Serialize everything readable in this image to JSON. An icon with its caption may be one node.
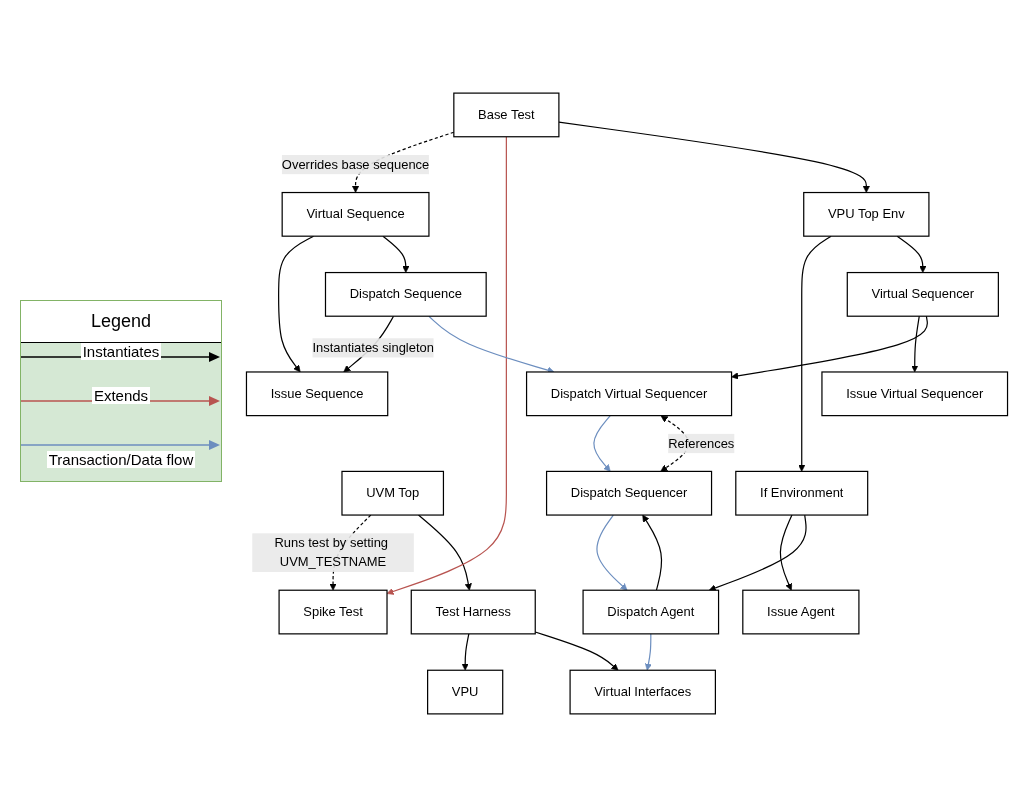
{
  "diagram": {
    "nodes": [
      {
        "text": [
          "UVM Top"
        ]
      },
      {
        "text": [
          "Spike Test"
        ]
      },
      {
        "text": [
          "Virtual Sequence"
        ]
      },
      {
        "text": [
          "Test Harness"
        ]
      },
      {
        "text": [
          "Base Test"
        ]
      },
      {
        "text": [
          "Issue Sequence"
        ]
      },
      {
        "text": [
          "Dispatch Sequence"
        ]
      },
      {
        "text": [
          "VPU"
        ]
      },
      {
        "text": [
          "Virtual Interfaces"
        ]
      },
      {
        "text": [
          "VPU Top Env"
        ]
      },
      {
        "text": [
          "If Environment"
        ]
      },
      {
        "text": [
          "Virtual Sequencer"
        ]
      },
      {
        "text": [
          "Issue Agent"
        ]
      },
      {
        "text": [
          "Dispatch Agent"
        ]
      },
      {
        "text": [
          "Issue Virtual Sequencer"
        ]
      },
      {
        "text": [
          "Dispatch Virtual Sequencer"
        ]
      },
      {
        "text": [
          "Dispatch Sequencer"
        ]
      }
    ],
    "edges": [
      {
        "from": 0,
        "to": 1,
        "arrow": "to",
        "style": "dashed",
        "label": "Runs test by setting UVM_TESTNAME"
      },
      {
        "from": 4,
        "to": 2,
        "arrow": "to",
        "style": "dashed",
        "label": "Overrides base sequence"
      },
      {
        "from": 0,
        "to": 3,
        "arrow": "to"
      },
      {
        "from": 4,
        "to": 1,
        "arrow": "to",
        "color": "#b85450"
      },
      {
        "from": 2,
        "to": 5,
        "arrow": "to"
      },
      {
        "from": 2,
        "to": 6,
        "arrow": "to"
      },
      {
        "from": 6,
        "to": 5,
        "arrow": "to",
        "label": "Instantiates singleton"
      },
      {
        "from": 3,
        "to": 7,
        "arrow": "to"
      },
      {
        "from": 3,
        "to": 8,
        "arrow": "to"
      },
      {
        "from": 4,
        "to": 9,
        "arrow": "to"
      },
      {
        "from": 9,
        "to": 10,
        "arrow": "to"
      },
      {
        "from": 9,
        "to": 11,
        "arrow": "to"
      },
      {
        "from": 10,
        "to": 12,
        "arrow": "to"
      },
      {
        "from": 10,
        "to": 13,
        "arrow": "to"
      },
      {
        "from": 11,
        "to": 14,
        "arrow": "to"
      },
      {
        "from": 11,
        "to": 15,
        "arrow": "to"
      },
      {
        "from": 13,
        "to": 16,
        "arrow": "to"
      },
      {
        "from": 16,
        "to": 13,
        "arrow": "to",
        "color": "#6c8ebf"
      },
      {
        "from": 13,
        "to": 8,
        "arrow": "to",
        "color": "#6c8ebf"
      },
      {
        "from": 6,
        "to": 15,
        "arrow": "to",
        "color": "#6c8ebf"
      },
      {
        "from": 15,
        "to": 16,
        "arrow": "to",
        "color": "#6c8ebf"
      },
      {
        "from": 15,
        "to": 16,
        "arrow": "both",
        "style": "dashed",
        "label": "References"
      }
    ],
    "labels": [
      "Legend"
    ],
    "legend": [
      {
        "text": "Instantiates"
      },
      {
        "text": "Extends"
      },
      {
        "text": "Transaction/Data flow"
      }
    ]
  }
}
